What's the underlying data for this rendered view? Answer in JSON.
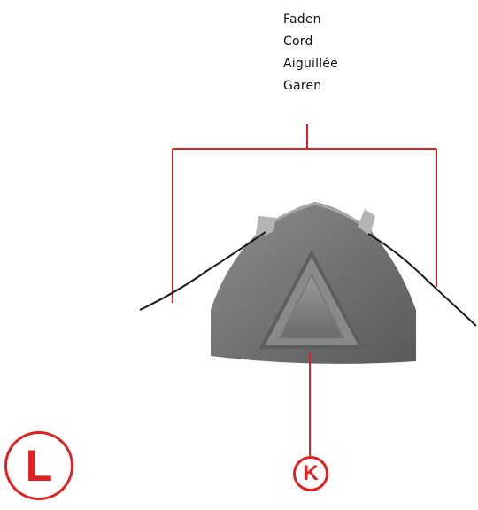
{
  "thread_labels": [
    "Faden",
    "Cord",
    "Aiguillée",
    "Garen"
  ],
  "markers": {
    "part": "K",
    "side": "L"
  },
  "colors": {
    "callout_line": "#e02121",
    "marker": "#e02121",
    "part_body": "#7a7a7a",
    "thread": "#1a1a1a"
  }
}
